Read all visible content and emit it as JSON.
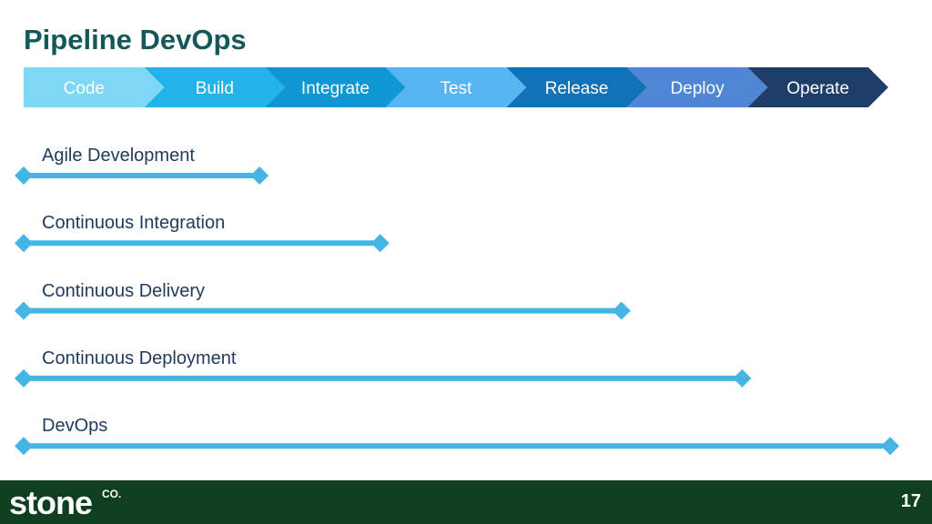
{
  "title": "Pipeline DevOps",
  "stages": [
    {
      "label": "Code",
      "color": "#7fd6f5"
    },
    {
      "label": "Build",
      "color": "#22b4e8"
    },
    {
      "label": "Integrate",
      "color": "#0e97d2"
    },
    {
      "label": "Test",
      "color": "#59b4f2"
    },
    {
      "label": "Release",
      "color": "#1272b8"
    },
    {
      "label": "Deploy",
      "color": "#4f86d4"
    },
    {
      "label": "Operate",
      "color": "#1f3d69"
    }
  ],
  "ranges": [
    {
      "label": "Agile Development",
      "spans_to": "Build"
    },
    {
      "label": "Continuous Integration",
      "spans_to": "Integrate"
    },
    {
      "label": "Continuous Delivery",
      "spans_to": "Release"
    },
    {
      "label": "Continuous Deployment",
      "spans_to": "Deploy"
    },
    {
      "label": "DevOps",
      "spans_to": "Operate"
    }
  ],
  "range_color": "#45b5e3",
  "footer": {
    "logo_text": "stone",
    "logo_sup": "CO.",
    "page_number": "17"
  }
}
